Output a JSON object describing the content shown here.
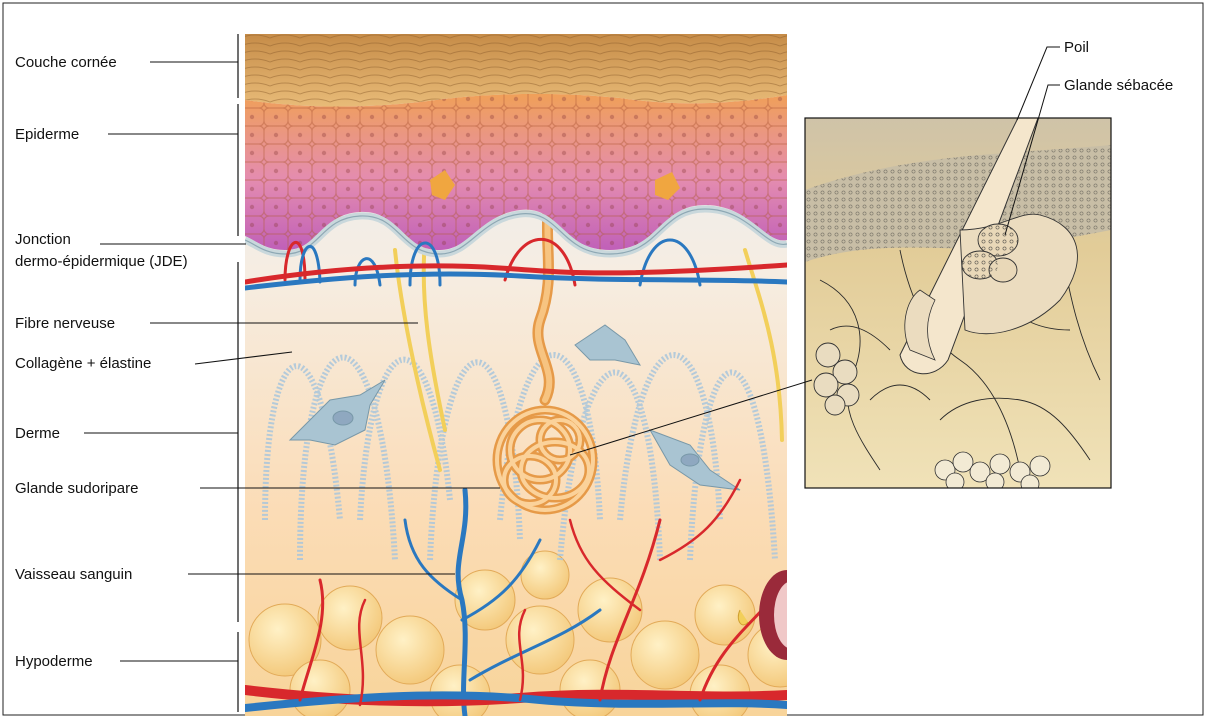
{
  "labels": {
    "couche_cornee": "Couche cornée",
    "epiderme": "Epiderme",
    "jde_line1": "Jonction",
    "jde_line2": "dermo-épidermique (JDE)",
    "fibre_nerveuse": "Fibre nerveuse",
    "collagene": "Collagène + élastine",
    "derme": "Derme",
    "glande_sudoripare": "Glande sudoripare",
    "vaisseau_sanguin": "Vaisseau sanguin",
    "hypoderme": "Hypoderme"
  },
  "inset_labels": {
    "poil": "Poil",
    "glande_sebacee": "Glande sébacée"
  },
  "colors": {
    "stratum_corneum": "#d9a25c",
    "epidermis_orange": "#f0a058",
    "epidermis_pink": "#d070b8",
    "dermis": "#fbe4c8",
    "hypodermis_fat": "#f8d890",
    "artery": "#d8282c",
    "vein": "#2a78c0",
    "nerve": "#f4d060",
    "sweat_gland": "#f0b060",
    "collagen": "#a8c8e0",
    "inset_bg": "#e0cc98"
  }
}
